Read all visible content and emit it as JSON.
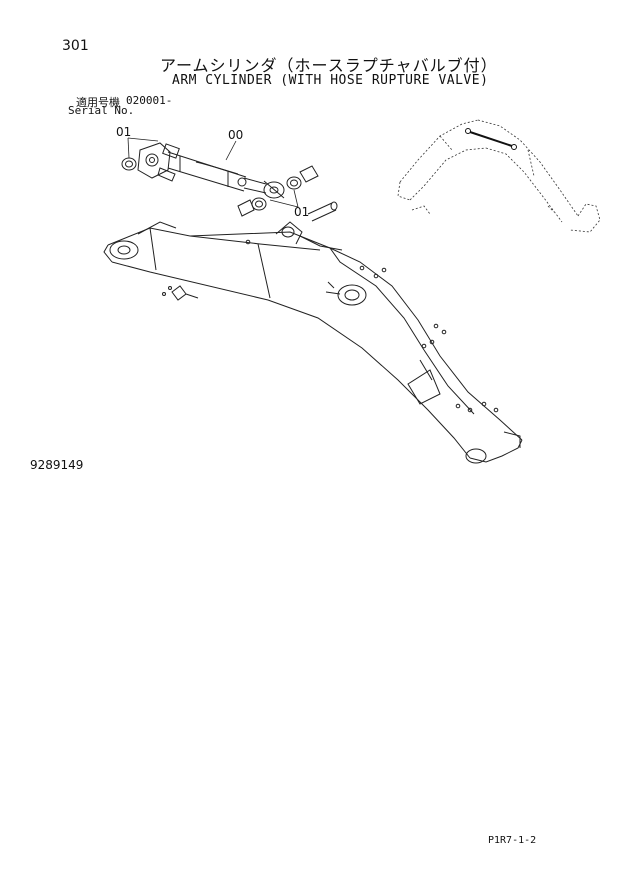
{
  "page": {
    "number": "301",
    "title_jp": "アームシリンダ（ホースラプチャバルブ付）",
    "title_en": "ARM CYLINDER (WITH HOSE RUPTURE VALVE)",
    "serial_label_jp": "適用号機",
    "serial_value": "020001-",
    "serial_label_en": "Serial No.",
    "drawing_number": "9289149",
    "page_code": "P1R7-1-2"
  },
  "callouts": {
    "part_01_a": "01",
    "part_00": "00",
    "part_01_b": "01"
  }
}
